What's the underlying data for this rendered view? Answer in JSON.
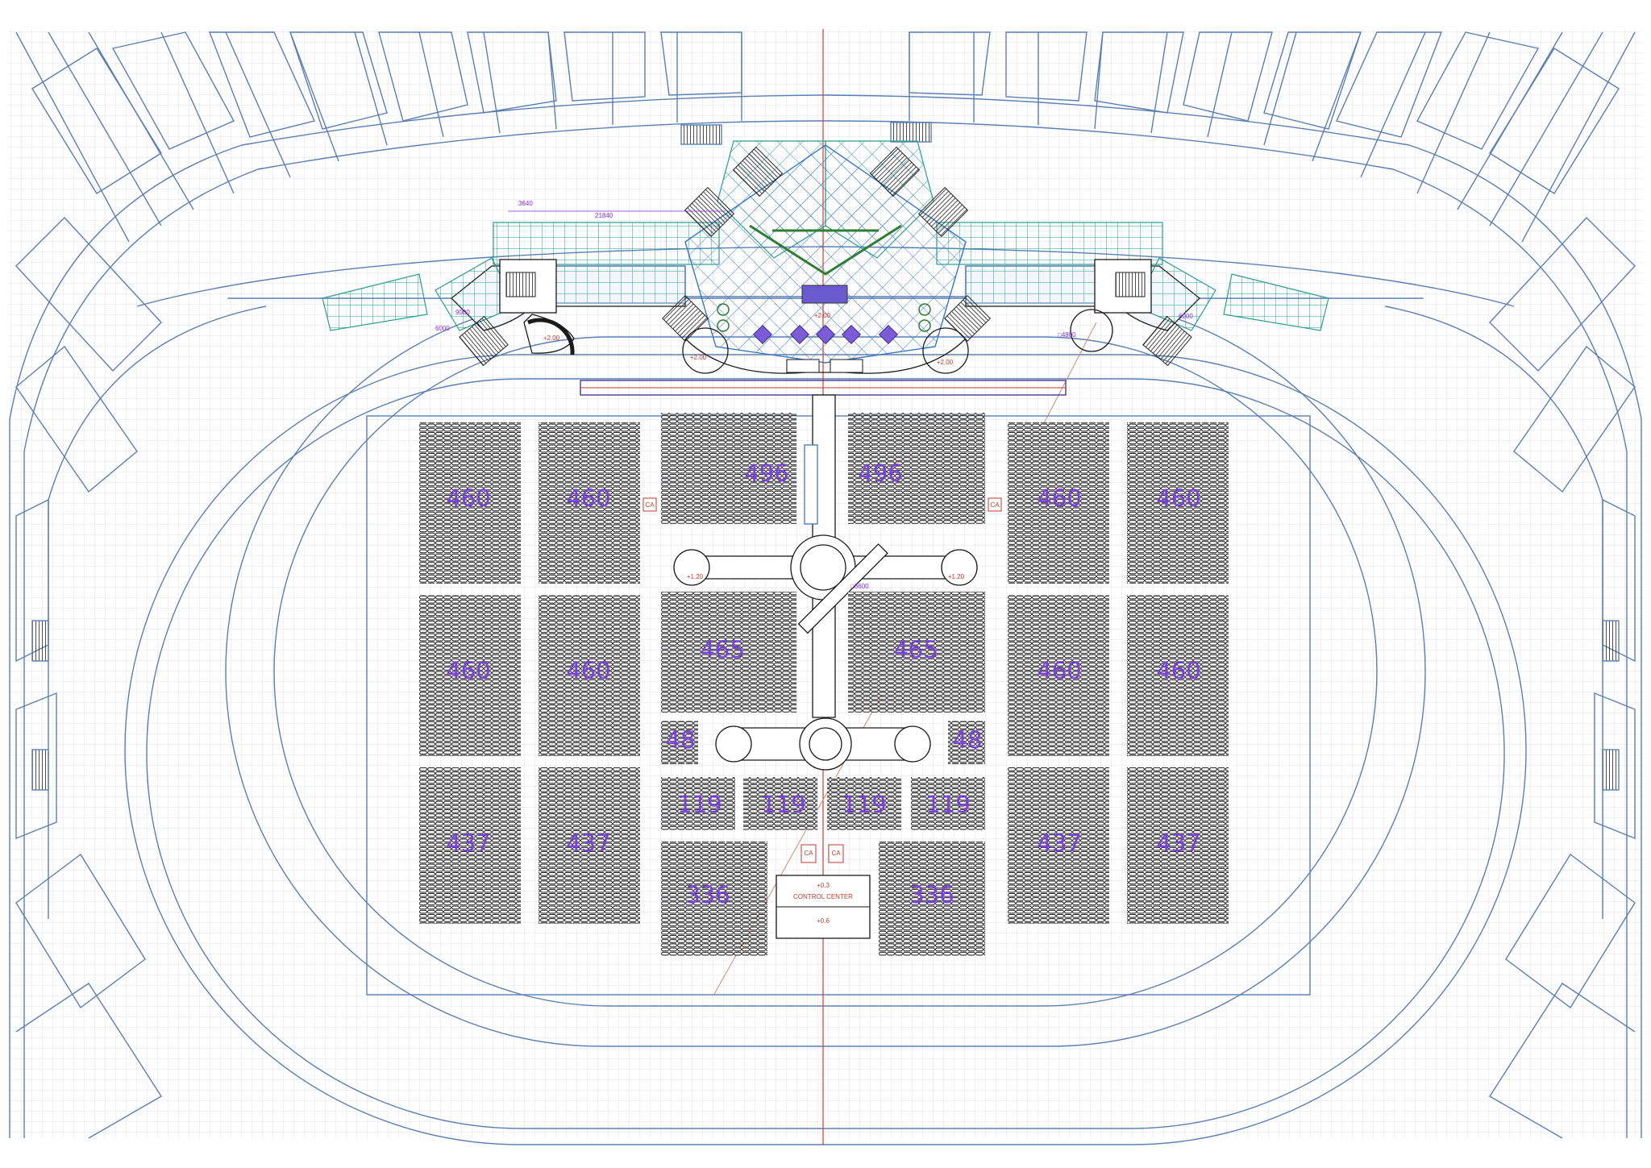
{
  "seating_blocks": [
    {
      "id": "l1",
      "label": "460"
    },
    {
      "id": "l2",
      "label": "460"
    },
    {
      "id": "c1",
      "label": "496"
    },
    {
      "id": "c2",
      "label": "496"
    },
    {
      "id": "r1",
      "label": "460"
    },
    {
      "id": "r2",
      "label": "460"
    },
    {
      "id": "l3",
      "label": "460"
    },
    {
      "id": "l4",
      "label": "460"
    },
    {
      "id": "c3",
      "label": "465"
    },
    {
      "id": "c4",
      "label": "465"
    },
    {
      "id": "r3",
      "label": "460"
    },
    {
      "id": "r4",
      "label": "460"
    },
    {
      "id": "s1",
      "label": "48"
    },
    {
      "id": "s2",
      "label": "48"
    },
    {
      "id": "m1",
      "label": "119"
    },
    {
      "id": "m2",
      "label": "119"
    },
    {
      "id": "m3",
      "label": "119"
    },
    {
      "id": "m4",
      "label": "119"
    },
    {
      "id": "l5",
      "label": "437"
    },
    {
      "id": "l6",
      "label": "437"
    },
    {
      "id": "r5",
      "label": "437"
    },
    {
      "id": "r6",
      "label": "437"
    },
    {
      "id": "b1",
      "label": "336"
    },
    {
      "id": "b2",
      "label": "336"
    }
  ],
  "control_center": {
    "top": "+0.3",
    "name": "CONTROL CENTER",
    "bottom": "+0.6"
  },
  "ca_markers": [
    "CA",
    "CA",
    "CA",
    "CA"
  ],
  "dimensions": {
    "d1": "3640",
    "d2": "21840",
    "d3": "9000",
    "d4": "6000",
    "d5": "6000",
    "d6": "□4800",
    "d7": "□6600"
  },
  "levels": {
    "stage_center": "+2.00",
    "stage_left": "+2.00",
    "stage_right": "+2.00",
    "wing_left": "+2.00",
    "runway": "+1.20",
    "runway2": "+1.20"
  },
  "colors": {
    "grid": "#dfe3ec",
    "structure": "#5b7fb4",
    "teal": "#2a9d8f",
    "purple": "#7a3fe0",
    "red": "#c0392b",
    "seat": "#1a1a1a"
  }
}
